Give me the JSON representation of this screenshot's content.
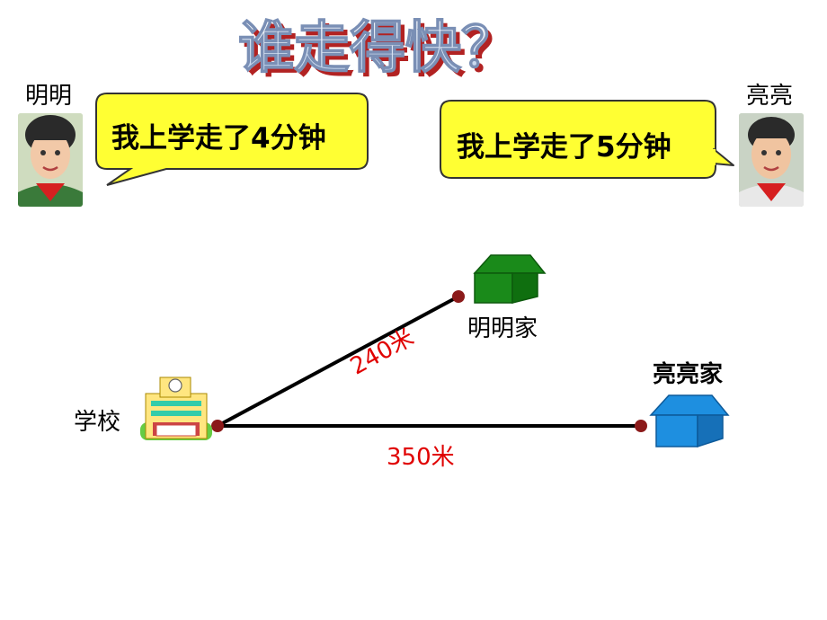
{
  "title": "谁走得快？",
  "mingming": {
    "name": "明明",
    "speech": "我上学走了4分钟"
  },
  "liangliang": {
    "name": "亮亮",
    "speech": "我上学走了5分钟"
  },
  "places": {
    "school": "学校",
    "mingming_home": "明明家",
    "liangliang_home": "亮亮家"
  },
  "distances": {
    "to_mingming": "240米",
    "to_liangliang": "350米"
  },
  "colors": {
    "bubble_fill": "#ffff33",
    "title_fill": "#d9e6f7",
    "title_shadow": "#b22222",
    "distance": "#e00000",
    "point": "#8b1a1a",
    "mingming_house": "#1a8a1a",
    "liangliang_house": "#1e8fe0"
  }
}
